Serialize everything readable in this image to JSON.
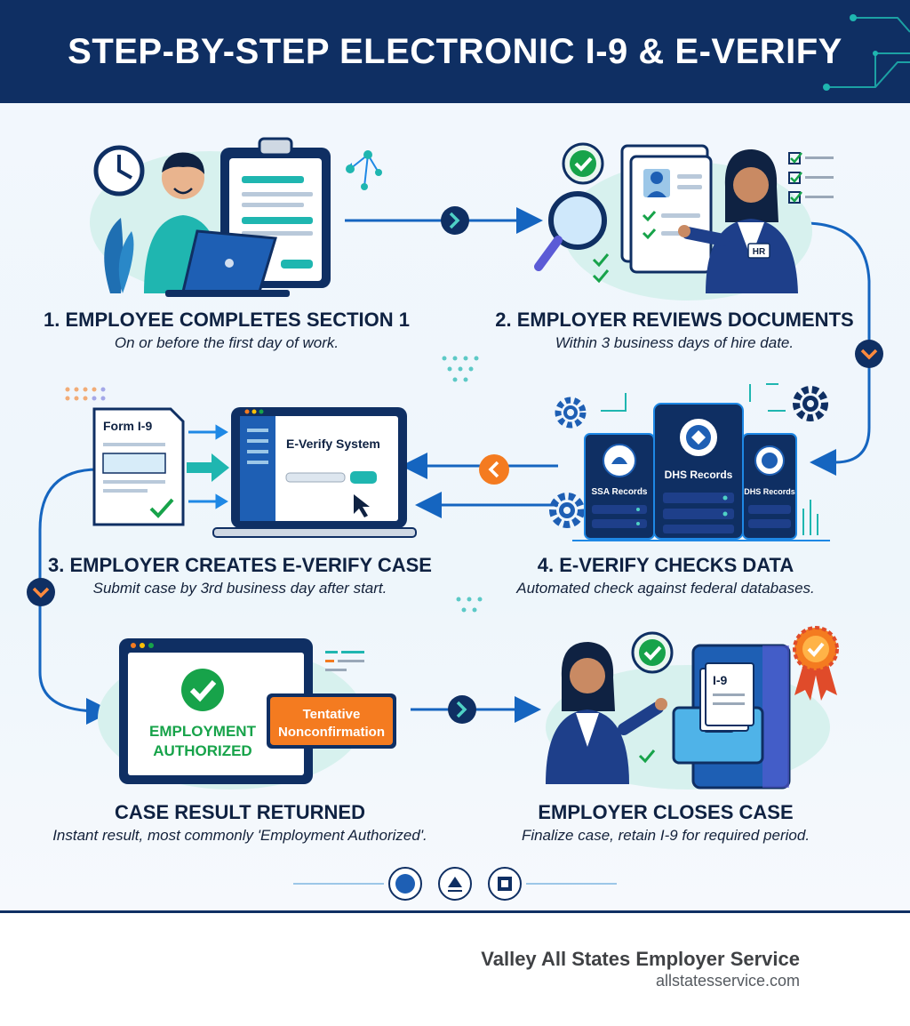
{
  "title": "STEP-BY-STEP ELECTRONIC I-9 & E-VERIFY WORKFLOW",
  "steps": [
    {
      "title": "1. EMPLOYEE COMPLETES SECTION 1",
      "subtitle": "On or before the first day of work."
    },
    {
      "title": "2. EMPLOYER REVIEWS DOCUMENTS",
      "subtitle": "Within 3 business days of hire date."
    },
    {
      "title": "3. EMPLOYER CREATES E-VERIFY CASE",
      "subtitle": "Submit case by 3rd business day after start."
    },
    {
      "title": "4. E-VERIFY CHECKS DATA",
      "subtitle": "Automated check against federal databases."
    },
    {
      "title": "CASE RESULT RETURNED",
      "subtitle": "Instant result, most commonly 'Employment Authorized'."
    },
    {
      "title": "EMPLOYER CLOSES CASE",
      "subtitle": "Finalize case, retain I-9 for required period."
    }
  ],
  "illustration_labels": {
    "hr_badge": "HR",
    "form_i9": "Form I-9",
    "everify_system": "E-Verify System",
    "ssa_records": "SSA Records",
    "dhs_records_center": "DHS Records",
    "dhs_records_right": "DHS Records",
    "employment_authorized_line1": "EMPLOYMENT",
    "employment_authorized_line2": "AUTHORIZED",
    "tentative_line1": "Tentative",
    "tentative_line2": "Nonconfirmation",
    "i9_doc": "I-9"
  },
  "footer": {
    "brand": "Valley All States Employer Service",
    "url": "allstatesservice.com"
  },
  "icons": [
    "clock-icon",
    "clipboard-icon",
    "laptop-icon",
    "magnifier-icon",
    "checkmark-icon",
    "chevron-right-icon",
    "chevron-down-icon",
    "chevron-left-icon",
    "gear-icon",
    "server-icon",
    "seal-icon",
    "award-ribbon-icon",
    "file-cabinet-icon",
    "cursor-icon"
  ],
  "colors": {
    "navy": "#0f2f63",
    "teal": "#1fb6b0",
    "green": "#17a34a",
    "orange": "#f47b20",
    "blue": "#1e88e5",
    "ink": "#0f2242"
  }
}
